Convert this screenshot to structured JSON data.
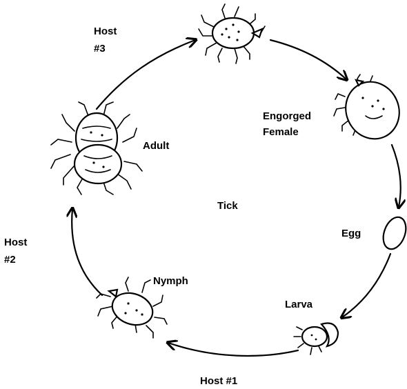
{
  "center_label": "Tick",
  "stages": {
    "adult": "Adult",
    "engorged_female_line1": "Engorged",
    "engorged_female_line2": "Female",
    "egg": "Egg",
    "larva": "Larva",
    "nymph": "Nymph"
  },
  "hosts": {
    "host1": "Host #1",
    "host2_line1": "Host",
    "host2_line2": "#2",
    "host3_line1": "Host",
    "host3_line2": "#3"
  }
}
